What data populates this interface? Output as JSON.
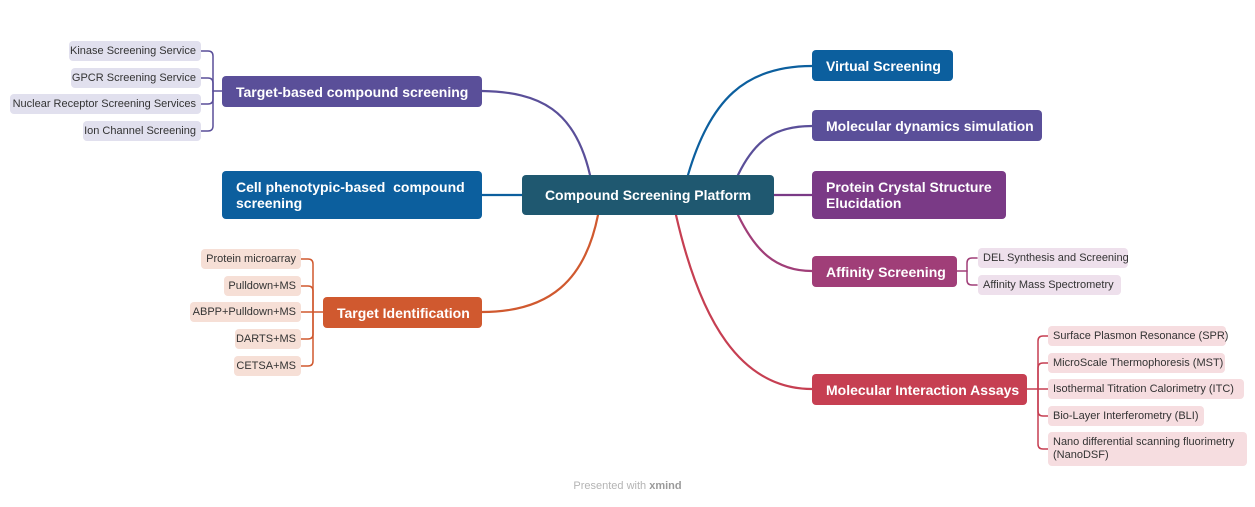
{
  "root": {
    "label": "Compound Screening Platform",
    "color": "#1f5870"
  },
  "left_branches": [
    {
      "key": "target_based",
      "label": "Target-based compound screening",
      "color": "#5a4f99",
      "children": [
        "Kinase Screening Service",
        "GPCR Screening Service",
        "Nuclear Receptor Screening Services",
        "Ion Channel Screening"
      ]
    },
    {
      "key": "cell_phenotypic",
      "label": "Cell phenotypic-based  compound screening",
      "color": "#0c5f9e",
      "children": []
    },
    {
      "key": "target_id",
      "label": "Target Identification",
      "color": "#d0592f",
      "children": [
        "Protein microarray",
        "Pulldown+MS",
        "ABPP+Pulldown+MS",
        "DARTS+MS",
        "CETSA+MS"
      ]
    }
  ],
  "right_branches": [
    {
      "key": "virtual",
      "label": "Virtual Screening",
      "color": "#0c5f9e",
      "children": []
    },
    {
      "key": "md",
      "label": "Molecular dynamics simulation",
      "color": "#5a4f99",
      "children": []
    },
    {
      "key": "crystal",
      "label": "Protein Crystal Structure Elucidation",
      "color": "#7a3a86",
      "children": []
    },
    {
      "key": "affinity",
      "label": "Affinity Screening",
      "color": "#a03e78",
      "children": [
        "DEL Synthesis and Screening",
        "Affinity Mass Spectrometry"
      ]
    },
    {
      "key": "interaction",
      "label": "Molecular Interaction Assays",
      "color": "#c63f52",
      "children": [
        "Surface Plasmon Resonance (SPR)",
        "MicroScale Thermophoresis (MST)",
        "Isothermal Titration Calorimetry (ITC)",
        "Bio-Layer Interferometry (BLI)",
        "Nano differential scanning fluorimetry (NanoDSF)"
      ]
    }
  ],
  "footer": {
    "prefix": "Presented with",
    "brand": "xmind"
  }
}
